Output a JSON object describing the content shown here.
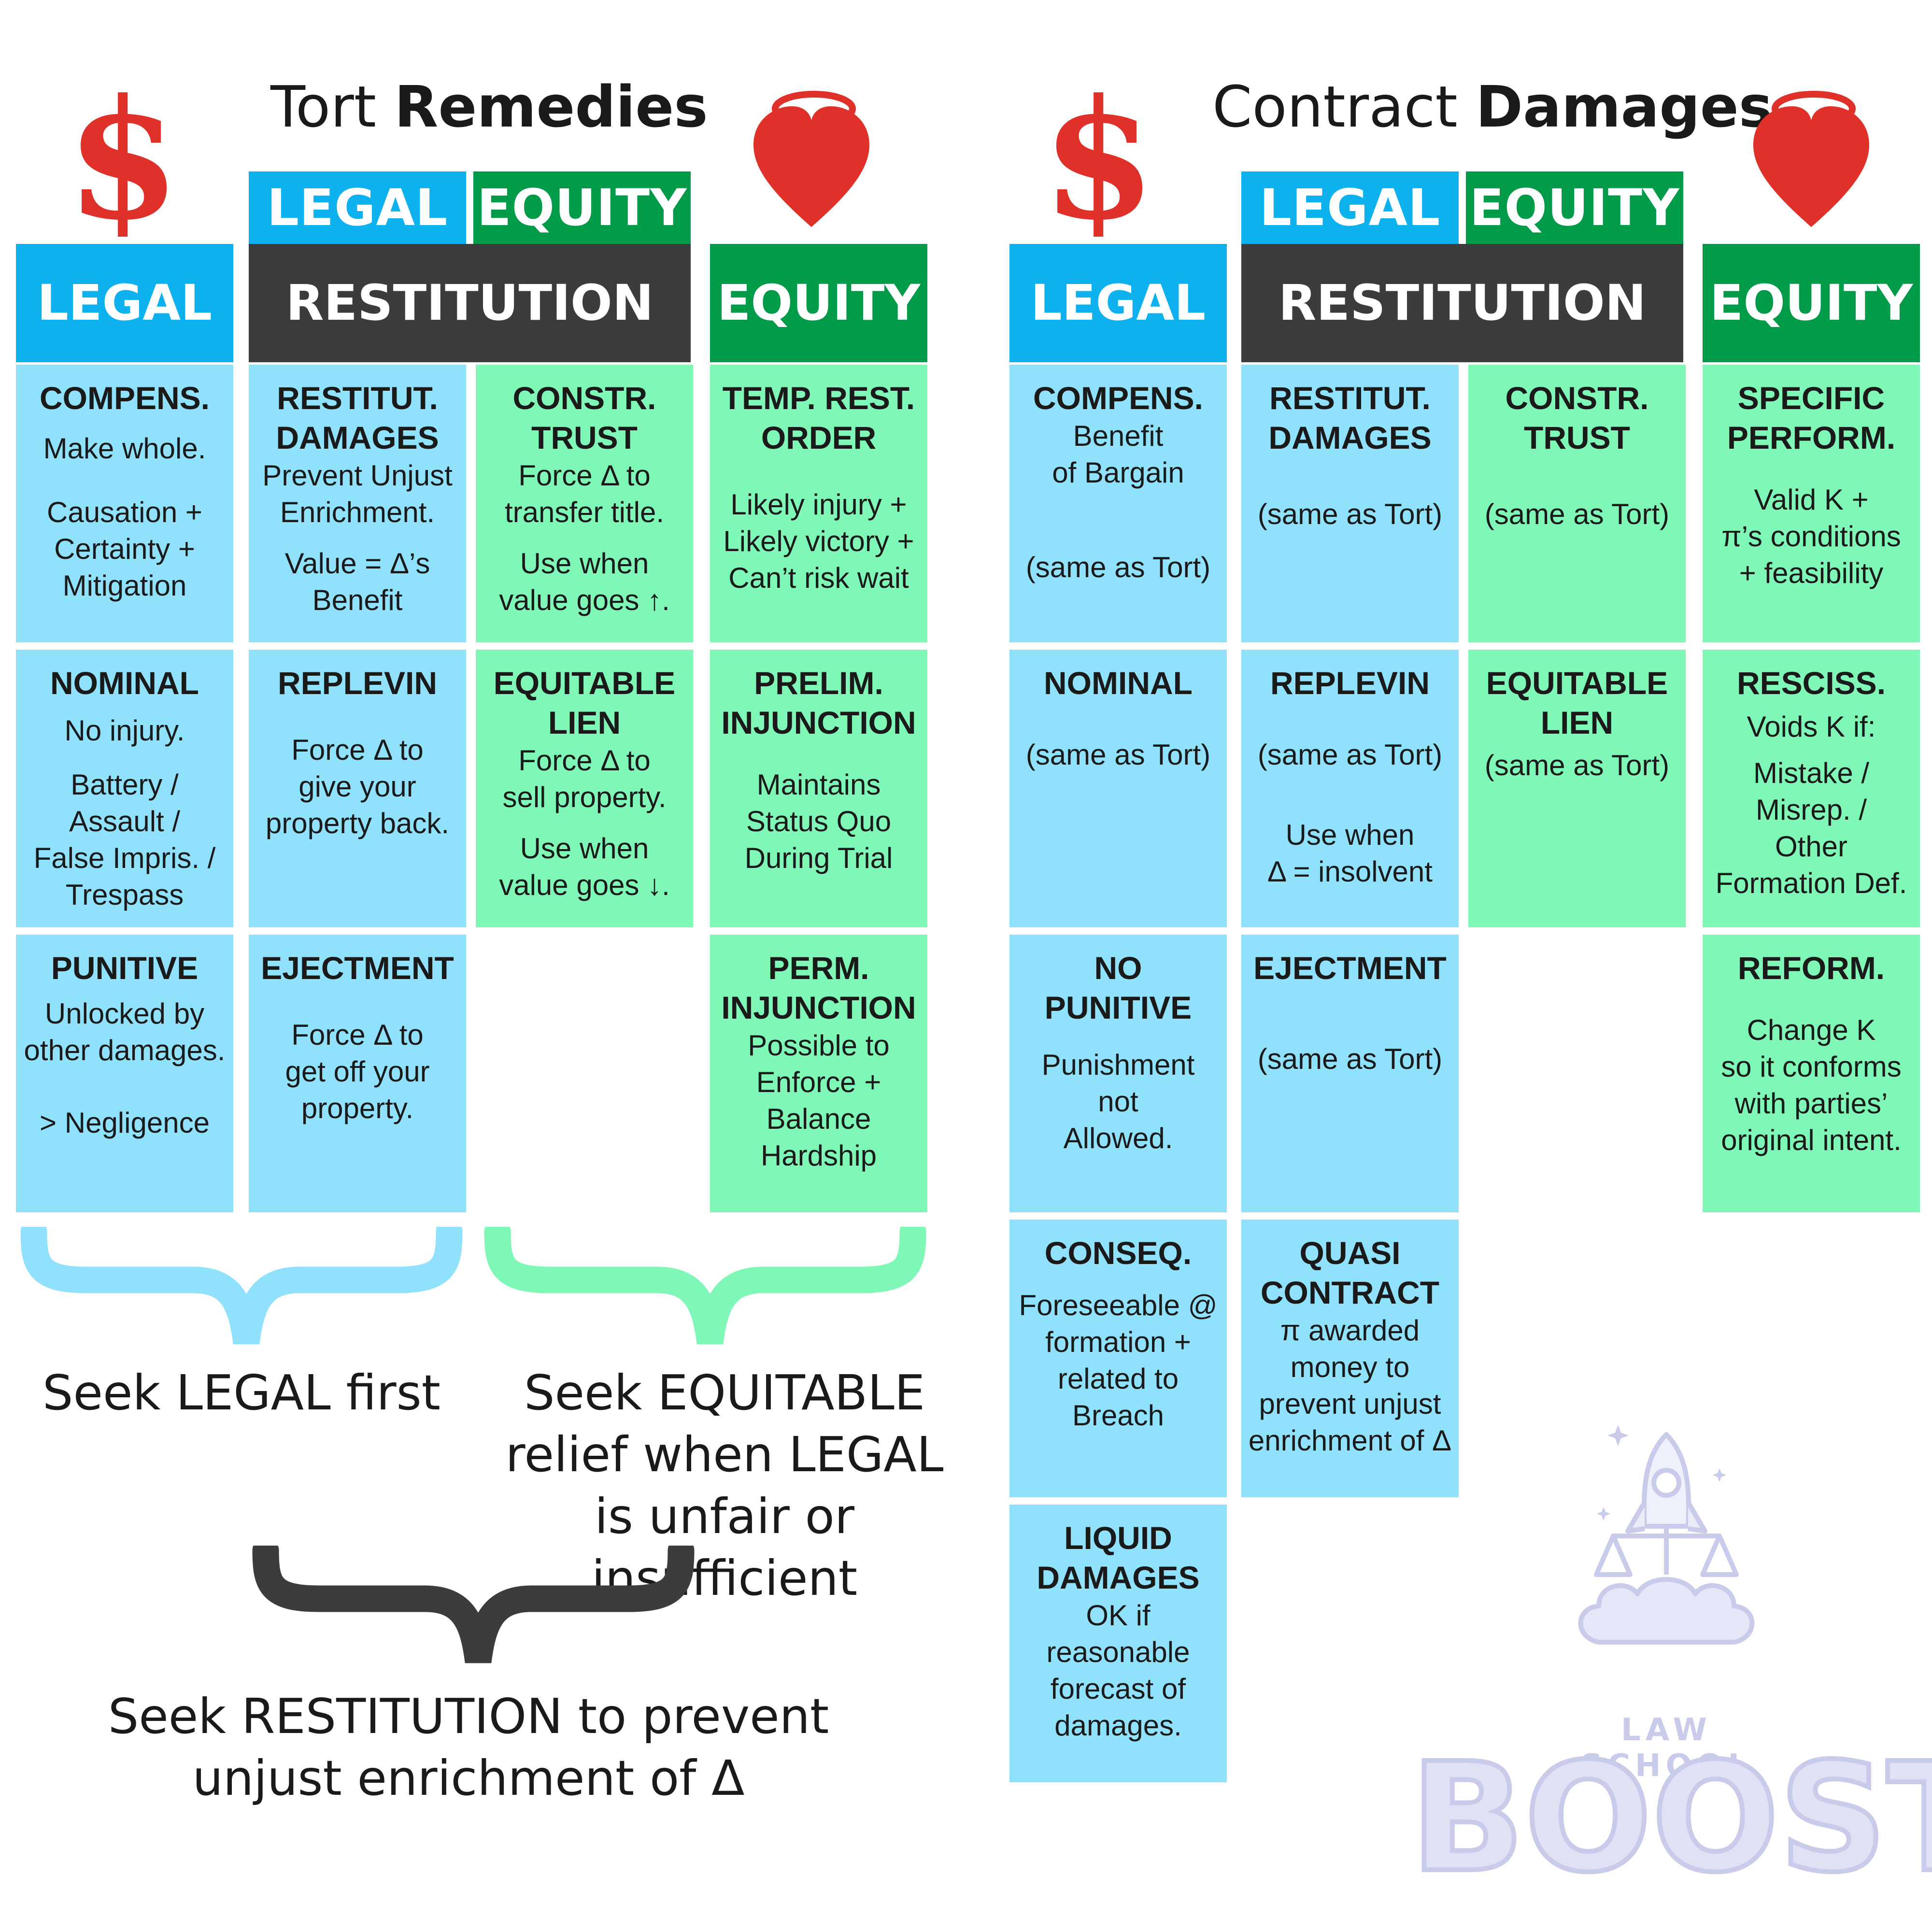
{
  "tort": {
    "title_normal": "Tort ",
    "title_bold": "Remedies",
    "legal_small": "LEGAL",
    "equity_small": "EQUITY",
    "legal_header": "LEGAL",
    "restitution_header": "RESTITUTION",
    "equity_header": "EQUITY",
    "cells": [
      {
        "h": "COMPENS.",
        "t": "Make whole.",
        "t2": "Causation +\nCertainty +\nMitigation"
      },
      {
        "h": "RESTITUT.\nDAMAGES",
        "t": "Prevent Unjust\nEnrichment.",
        "t2": "Value = Δ’s\nBenefit"
      },
      {
        "h": "CONSTR.\nTRUST",
        "t": "Force Δ to\ntransfer title.",
        "t2": "Use when\nvalue goes ↑."
      },
      {
        "h": "TEMP. REST.\nORDER",
        "t": "",
        "t2": "Likely injury +\nLikely victory +\nCan’t risk wait"
      },
      {
        "h": "NOMINAL",
        "t": "No injury.",
        "t2": "Battery /\nAssault /\nFalse Impris. /\nTrespass"
      },
      {
        "h": "REPLEVIN",
        "t": "",
        "t2": "Force Δ to\ngive your\nproperty back."
      },
      {
        "h": "EQUITABLE\nLIEN",
        "t": "Force Δ to\nsell property.",
        "t2": "Use when\nvalue goes ↓."
      },
      {
        "h": "PRELIM.\nINJUNCTION",
        "t": "",
        "t2": "Maintains\nStatus Quo\nDuring Trial"
      },
      {
        "h": "PUNITIVE",
        "t": "Unlocked by\nother damages.",
        "t2": "> Negligence"
      },
      {
        "h": "EJECTMENT",
        "t": "",
        "t2": "Force Δ to\nget off your\nproperty."
      },
      {
        "h": "PERM.\nINJUNCTION",
        "t": "Possible to\nEnforce +\nBalance\nHardship",
        "t2": ""
      }
    ],
    "caption_legal": "Seek LEGAL first",
    "caption_equity": "Seek EQUITABLE\nrelief when LEGAL\nis unfair or insufficient",
    "caption_restitution": "Seek RESTITUTION to prevent\nunjust enrichment of Δ"
  },
  "contract": {
    "title_normal": "Contract ",
    "title_bold": "Damages",
    "legal_small": "LEGAL",
    "equity_small": "EQUITY",
    "legal_header": "LEGAL",
    "restitution_header": "RESTITUTION",
    "equity_header": "EQUITY",
    "cells": [
      {
        "h": "COMPENS.",
        "t": "Benefit\nof Bargain",
        "t2": "(same as Tort)"
      },
      {
        "h": "RESTITUT.\nDAMAGES",
        "t": "",
        "t2": "(same as Tort)"
      },
      {
        "h": "CONSTR.\nTRUST",
        "t": "",
        "t2": "(same as Tort)"
      },
      {
        "h": "SPECIFIC\nPERFORM.",
        "t": "",
        "t2": "Valid K +\nπ’s conditions\n+ feasibility"
      },
      {
        "h": "NOMINAL",
        "t": "",
        "t2": "(same as Tort)"
      },
      {
        "h": "REPLEVIN",
        "t": "",
        "t2": "(same as Tort)",
        "t3": "Use when\nΔ = insolvent"
      },
      {
        "h": "EQUITABLE\nLIEN",
        "t": "(same as Tort)",
        "t2": ""
      },
      {
        "h": "RESCISS.",
        "t": "Voids K if:",
        "t2": "Mistake /\nMisrep. /\nOther\nFormation Def."
      },
      {
        "h": "NO\nPUNITIVE",
        "t": "",
        "t2": "Punishment\nnot\nAllowed."
      },
      {
        "h": "EJECTMENT",
        "t": "",
        "t2": "(same as Tort)"
      },
      {
        "h": "REFORM.",
        "t": "",
        "t2": "Change K\nso it conforms\nwith parties’\noriginal intent."
      },
      {
        "h": "CONSEQ.",
        "t": "Foreseeable @\nformation +\nrelated to\nBreach",
        "t2": ""
      },
      {
        "h": "QUASI\nCONTRACT",
        "t": "π awarded\nmoney to\nprevent unjust\nenrichment of Δ",
        "t2": ""
      },
      {
        "h": "LIQUID\nDAMAGES",
        "t": "OK if\nreasonable\nforecast of\ndamages.",
        "t2": ""
      }
    ]
  },
  "logo": {
    "line1": "LAW SCHOOL",
    "line2": "BOOST"
  },
  "colors": {
    "legal_blue": "#0db1ee",
    "equity_green": "#009b48",
    "restitution_dark": "#3c3c3c",
    "cell_blue": "#8fe1fc",
    "cell_green": "#7ff7b7",
    "icon_red": "#e0302a"
  },
  "icons": [
    "dollar-icon",
    "haloed-heart-icon",
    "rocket-scale-logo-icon"
  ]
}
